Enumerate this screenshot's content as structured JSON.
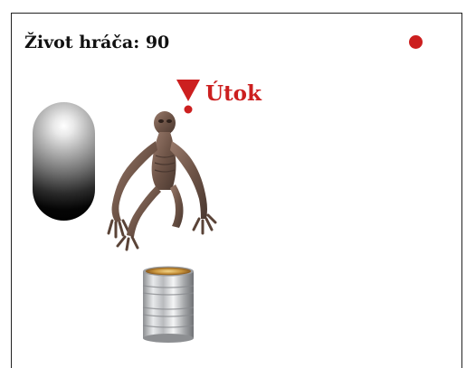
{
  "hud": {
    "health_text": "Život hráča: 90",
    "status_dot_color": "#cc1f1f"
  },
  "attack_indicator": {
    "label": "Útok",
    "color": "#cc1f1f",
    "icon": "exclamation-icon"
  },
  "scene": {
    "capsule_icon": "glossy-capsule",
    "enemy_icon": "crawling-creature",
    "item_icon": "tin-can"
  }
}
